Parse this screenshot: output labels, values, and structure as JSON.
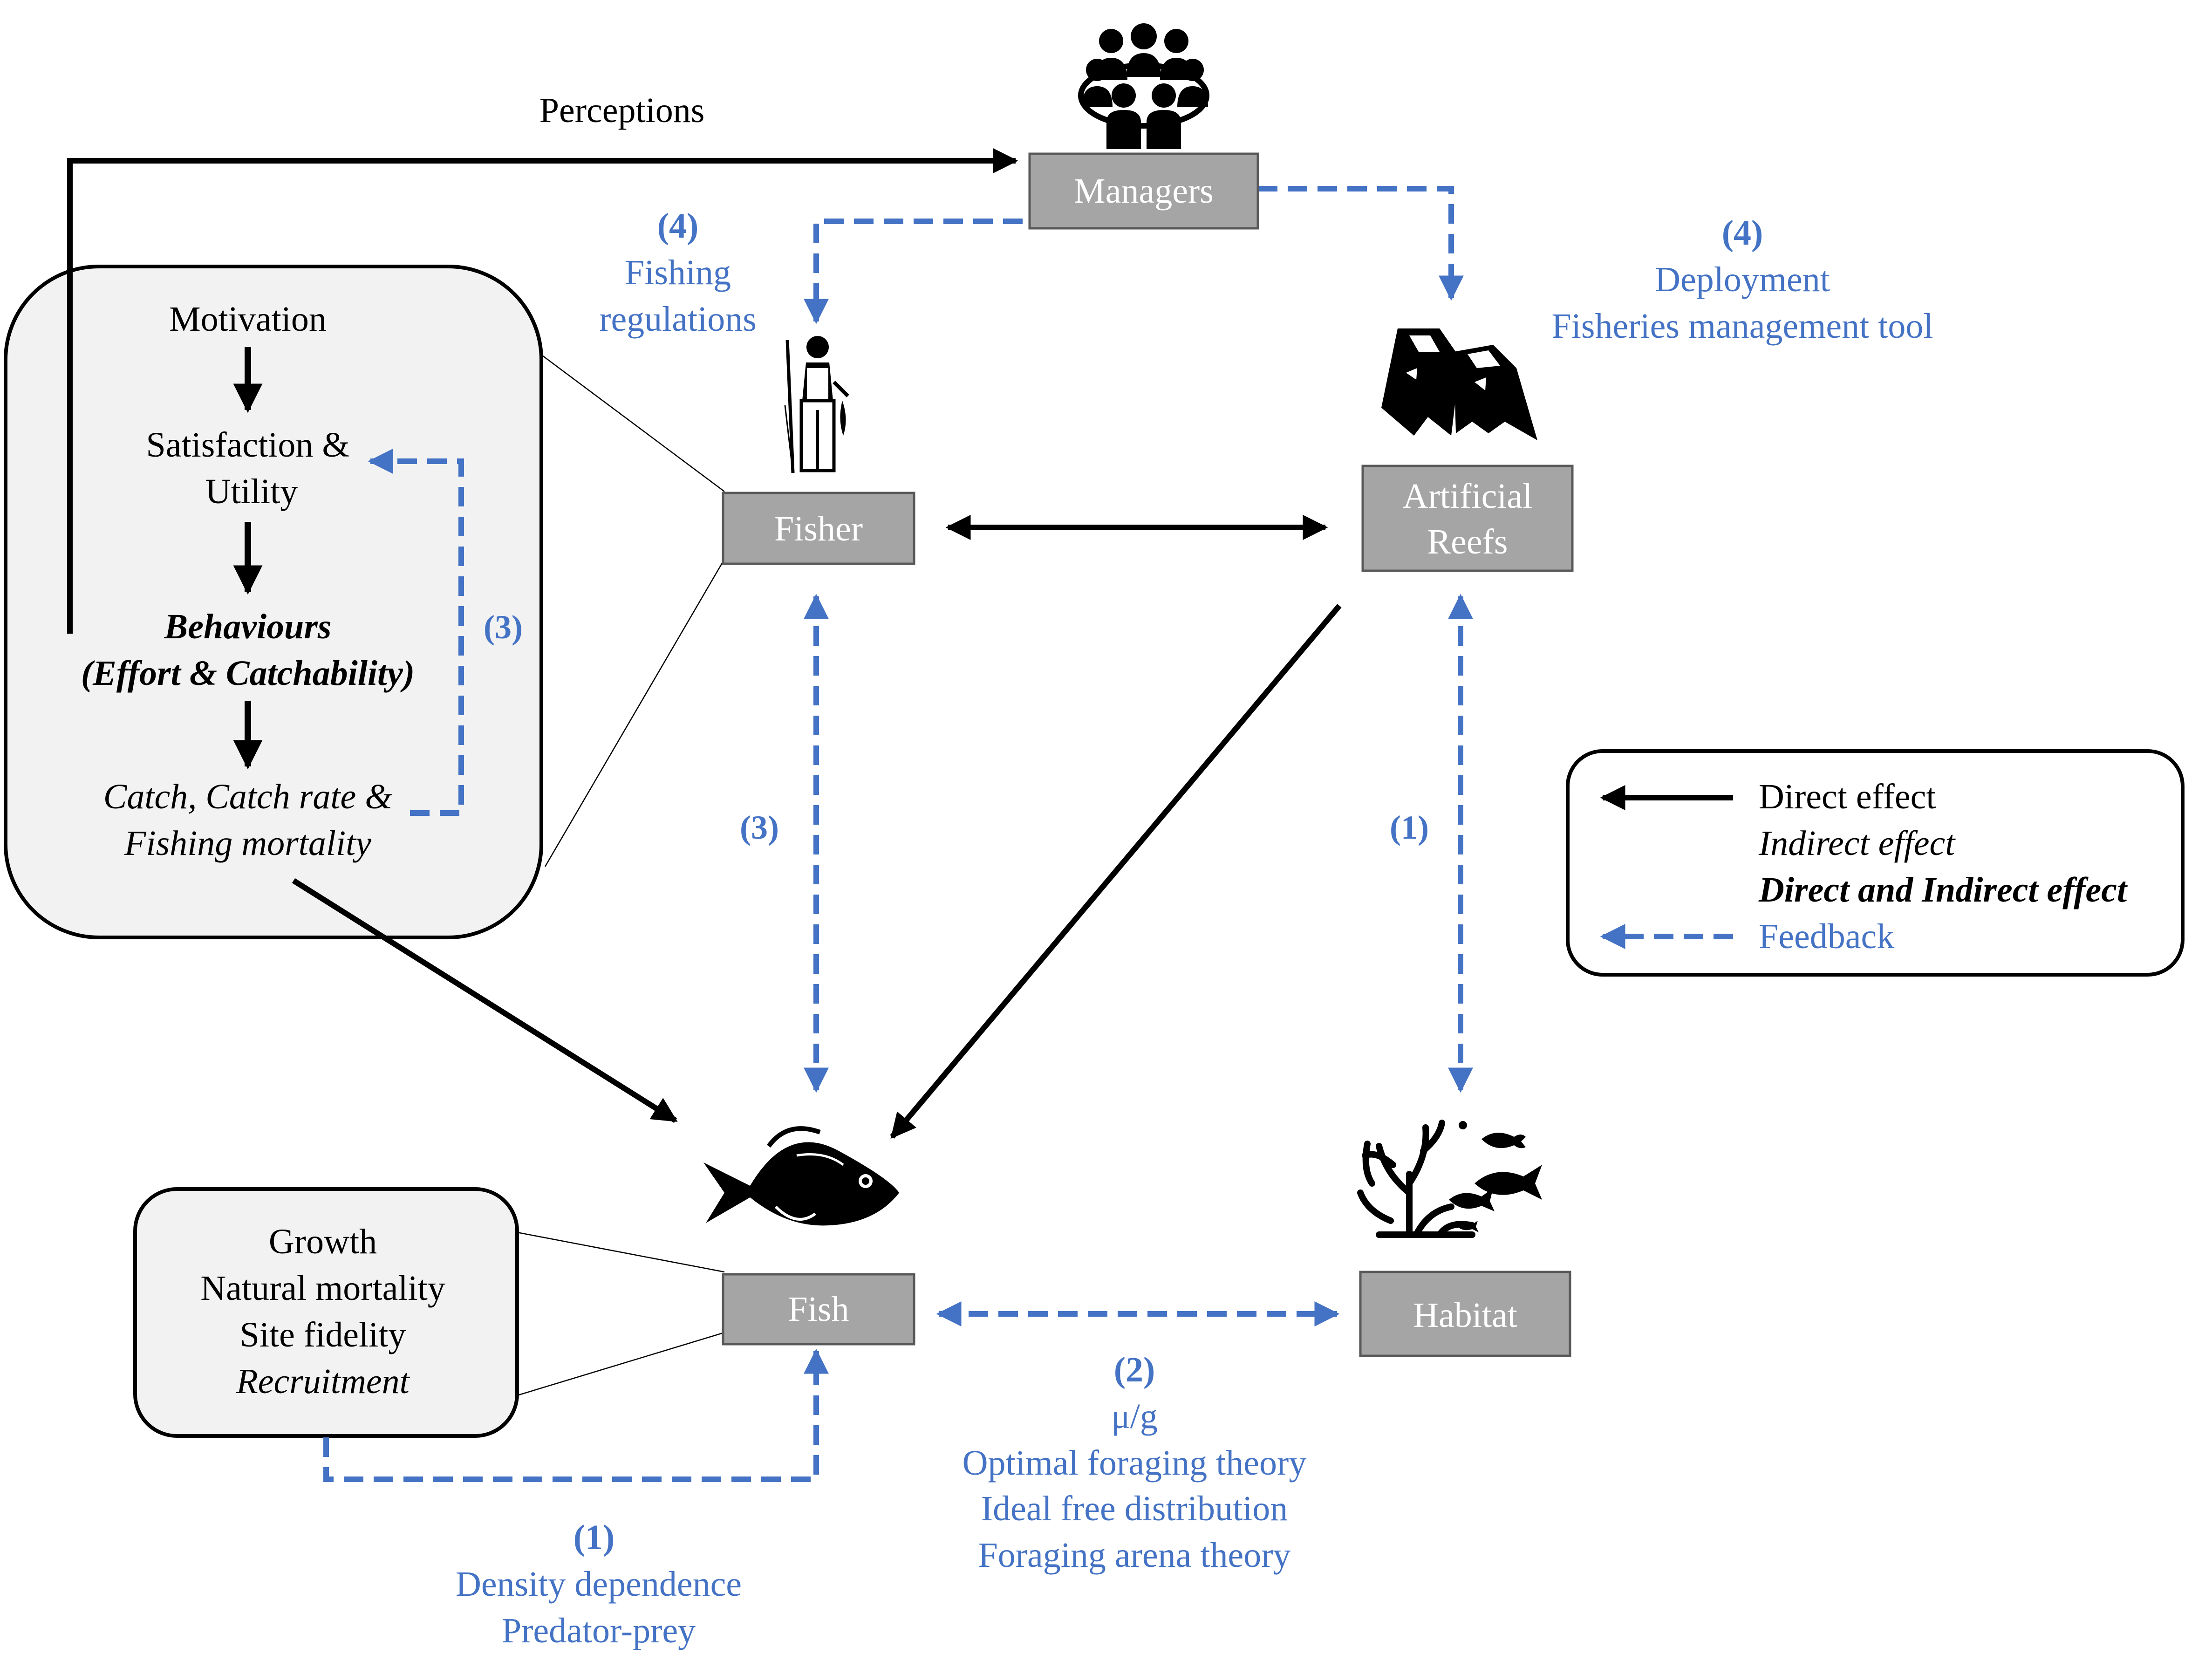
{
  "nodes": {
    "managers": "Managers",
    "fisher": "Fisher",
    "artificial_reefs": [
      "Artificial",
      "Reefs"
    ],
    "fish": "Fish",
    "habitat": "Habitat"
  },
  "perceptions_label": "Perceptions",
  "fisher_box": {
    "motivation": "Motivation",
    "satisfaction": [
      "Satisfaction &",
      "Utility"
    ],
    "behaviours": [
      "Behaviours",
      "(Effort & Catchability)"
    ],
    "catch": [
      "Catch, Catch rate &",
      "Fishing mortality"
    ],
    "feedback_label": "(3)"
  },
  "fish_box": {
    "growth": "Growth",
    "natural_mortality": "Natural mortality",
    "site_fidelity": "Site fidelity",
    "recruitment": "Recruitment"
  },
  "labels": {
    "fishing_regulations": [
      "(4)",
      "Fishing",
      "regulations"
    ],
    "deployment": [
      "(4)",
      "Deployment",
      "Fisheries management tool"
    ],
    "fisher_fish": "(3)",
    "reefs_habitat": "(1)",
    "fish_habitat": [
      "(2)",
      "μ/g",
      "Optimal foraging theory",
      "Ideal free distribution",
      "Foraging arena theory"
    ],
    "density": [
      "(1)",
      "Density dependence",
      "Predator-prey"
    ]
  },
  "legend": {
    "direct": "Direct effect",
    "indirect": "Indirect effect",
    "both": "Direct and Indirect effect",
    "feedback": "Feedback"
  },
  "colors": {
    "feedback_blue": "#4472c4",
    "node_gray": "#a5a5a5",
    "box_fill": "#f2f2f2"
  },
  "icons": [
    "people-group-icon",
    "fisher-icon",
    "artificial-reef-icon",
    "fish-icon",
    "coral-habitat-icon"
  ]
}
